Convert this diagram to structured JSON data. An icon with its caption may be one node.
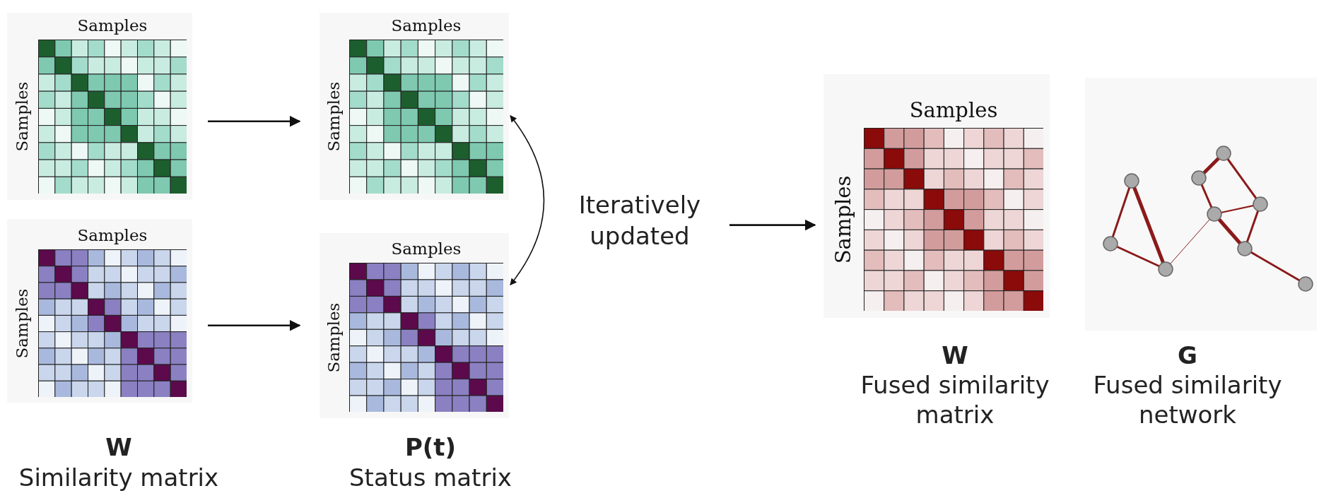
{
  "diagram": {
    "nodes": [
      {
        "text": [
          "Samples",
          "Samples"
        ]
      },
      {
        "text": [
          "Samples",
          "Samples"
        ]
      },
      {
        "text": [
          "Samples",
          "Samples"
        ]
      },
      {
        "text": [
          "Samples",
          "Samples"
        ]
      },
      {
        "text": [
          "Iteratively updated"
        ]
      },
      {
        "text": [
          "Samples",
          "Samples"
        ],
        "beside": [
          "W",
          "Fused similarity matrix"
        ]
      },
      {
        "text": [],
        "shape": "picture",
        "beside": [
          "G",
          "Fused similarity network"
        ]
      }
    ],
    "edges": [
      {
        "from": 0,
        "to": 2,
        "arrow": "to"
      },
      {
        "from": 1,
        "to": 3,
        "arrow": "to"
      },
      {
        "from": 2,
        "to": 3,
        "arrow": "both"
      },
      {
        "from": 4,
        "to": 5,
        "arrow": "to"
      }
    ],
    "labels": [
      "W",
      "Similarity matrix",
      "P(t)",
      "Status matrix"
    ]
  }
}
